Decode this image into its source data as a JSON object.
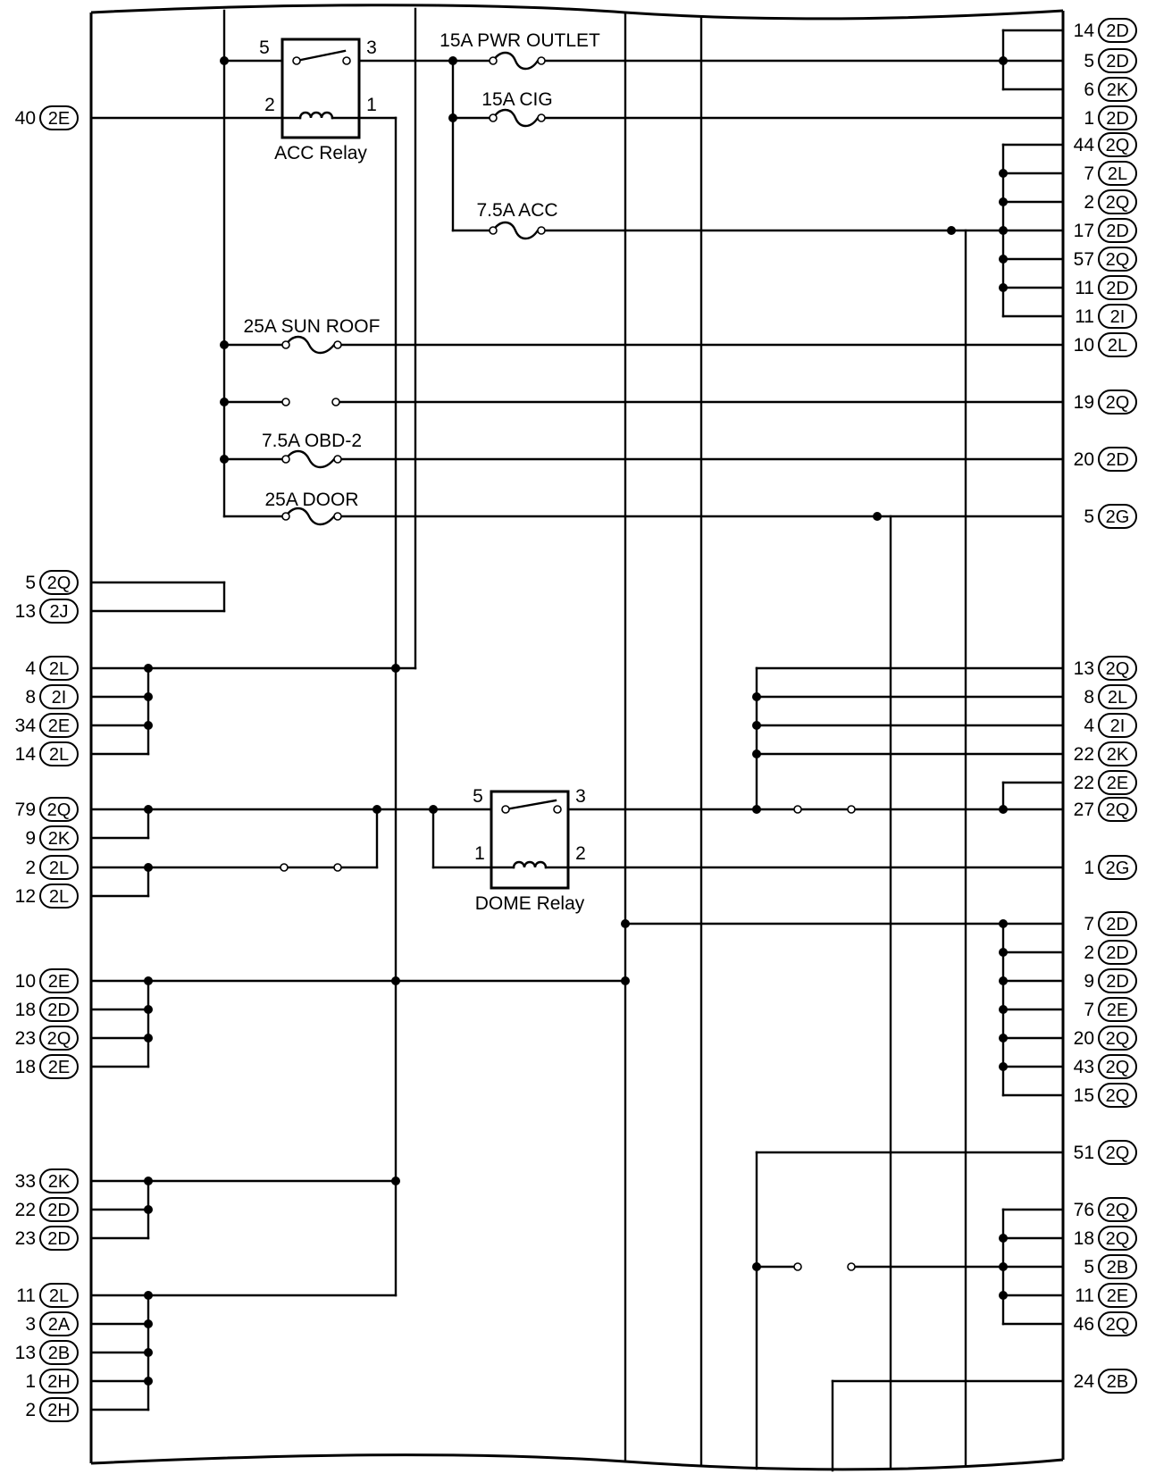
{
  "fuses": {
    "pwr_outlet": "15A PWR OUTLET",
    "cig": "15A CIG",
    "acc": "7.5A ACC",
    "sun_roof": "25A SUN ROOF",
    "obd2": "7.5A OBD-2",
    "door": "25A DOOR"
  },
  "relays": {
    "acc": {
      "name": "ACC Relay",
      "pins": [
        "5",
        "3",
        "2",
        "1"
      ]
    },
    "dome": {
      "name": "DOME Relay",
      "pins": [
        "5",
        "3",
        "1",
        "2"
      ]
    }
  },
  "left_connectors": [
    {
      "pin": "40",
      "code": "2E"
    },
    {
      "pin": "5",
      "code": "2Q"
    },
    {
      "pin": "13",
      "code": "2J"
    },
    {
      "pin": "4",
      "code": "2L"
    },
    {
      "pin": "8",
      "code": "2I"
    },
    {
      "pin": "34",
      "code": "2E"
    },
    {
      "pin": "14",
      "code": "2L"
    },
    {
      "pin": "79",
      "code": "2Q"
    },
    {
      "pin": "9",
      "code": "2K"
    },
    {
      "pin": "2",
      "code": "2L"
    },
    {
      "pin": "12",
      "code": "2L"
    },
    {
      "pin": "10",
      "code": "2E"
    },
    {
      "pin": "18",
      "code": "2D"
    },
    {
      "pin": "23",
      "code": "2Q"
    },
    {
      "pin": "18",
      "code": "2E"
    },
    {
      "pin": "33",
      "code": "2K"
    },
    {
      "pin": "22",
      "code": "2D"
    },
    {
      "pin": "23",
      "code": "2D"
    },
    {
      "pin": "11",
      "code": "2L"
    },
    {
      "pin": "3",
      "code": "2A"
    },
    {
      "pin": "13",
      "code": "2B"
    },
    {
      "pin": "1",
      "code": "2H"
    },
    {
      "pin": "2",
      "code": "2H"
    }
  ],
  "right_connectors": [
    {
      "pin": "14",
      "code": "2D"
    },
    {
      "pin": "5",
      "code": "2D"
    },
    {
      "pin": "6",
      "code": "2K"
    },
    {
      "pin": "1",
      "code": "2D"
    },
    {
      "pin": "44",
      "code": "2Q"
    },
    {
      "pin": "7",
      "code": "2L"
    },
    {
      "pin": "2",
      "code": "2Q"
    },
    {
      "pin": "17",
      "code": "2D"
    },
    {
      "pin": "57",
      "code": "2Q"
    },
    {
      "pin": "11",
      "code": "2D"
    },
    {
      "pin": "11",
      "code": "2I"
    },
    {
      "pin": "10",
      "code": "2L"
    },
    {
      "pin": "19",
      "code": "2Q"
    },
    {
      "pin": "20",
      "code": "2D"
    },
    {
      "pin": "5",
      "code": "2G"
    },
    {
      "pin": "13",
      "code": "2Q"
    },
    {
      "pin": "8",
      "code": "2L"
    },
    {
      "pin": "4",
      "code": "2I"
    },
    {
      "pin": "22",
      "code": "2K"
    },
    {
      "pin": "22",
      "code": "2E"
    },
    {
      "pin": "27",
      "code": "2Q"
    },
    {
      "pin": "1",
      "code": "2G"
    },
    {
      "pin": "7",
      "code": "2D"
    },
    {
      "pin": "2",
      "code": "2D"
    },
    {
      "pin": "9",
      "code": "2D"
    },
    {
      "pin": "7",
      "code": "2E"
    },
    {
      "pin": "20",
      "code": "2Q"
    },
    {
      "pin": "43",
      "code": "2Q"
    },
    {
      "pin": "15",
      "code": "2Q"
    },
    {
      "pin": "51",
      "code": "2Q"
    },
    {
      "pin": "76",
      "code": "2Q"
    },
    {
      "pin": "18",
      "code": "2Q"
    },
    {
      "pin": "5",
      "code": "2B"
    },
    {
      "pin": "11",
      "code": "2E"
    },
    {
      "pin": "46",
      "code": "2Q"
    },
    {
      "pin": "24",
      "code": "2B"
    }
  ]
}
